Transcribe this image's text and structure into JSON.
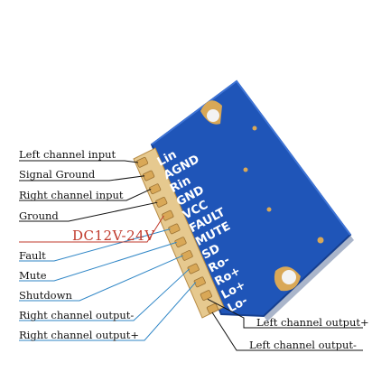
{
  "labels_left": [
    "Left channel input",
    "Signal Ground",
    "Right channel input",
    "Ground",
    "Fault",
    "Mute",
    "Shutdown",
    "Right channel output-",
    "Right channel output+"
  ],
  "labels_right": [
    "Left channel output+",
    "Left channel output-"
  ],
  "power_label": "DC12V-24V",
  "pins": [
    "Lin",
    "AGND",
    "Rin",
    "GND",
    "VCC",
    "FAULT",
    "MUTE",
    "SD",
    "Ro-",
    "Ro+",
    "Lo+",
    "Lo-"
  ],
  "colors": {
    "pcb": "#1f55b8",
    "pcb_edge": "#163f8f",
    "pin_gold": "#d9a857",
    "power_text": "#c0392b",
    "leader_blue": "#2f86c6"
  }
}
